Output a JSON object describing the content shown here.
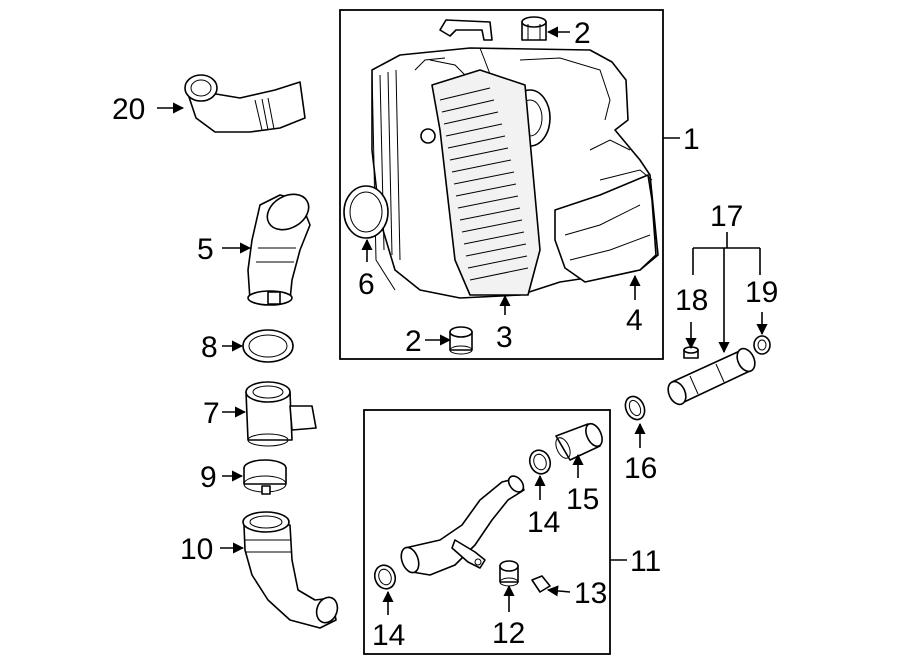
{
  "callouts": {
    "c1": "1",
    "c2a": "2",
    "c2b": "2",
    "c3": "3",
    "c4": "4",
    "c5": "5",
    "c6": "6",
    "c7": "7",
    "c8": "8",
    "c9": "9",
    "c10": "10",
    "c11": "11",
    "c12": "12",
    "c13": "13",
    "c14a": "14",
    "c14b": "14",
    "c15": "15",
    "c16": "16",
    "c17": "17",
    "c18": "18",
    "c19": "19",
    "c20": "20"
  },
  "colors": {
    "line": "#000000",
    "background": "#ffffff"
  }
}
